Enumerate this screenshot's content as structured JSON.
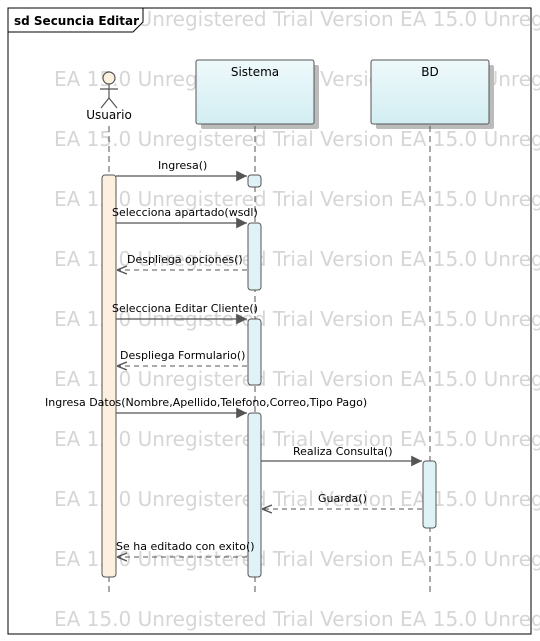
{
  "frame": {
    "title": "sd Secuncia Editar"
  },
  "watermark": "EA 15.0 Unregistered Trial Version EA 15.0 Unregistered Trial Version",
  "lifelines": {
    "actor": "Usuario",
    "sistema": "Sistema",
    "bd": "BD"
  },
  "messages": [
    {
      "label": "Ingresa()",
      "type": "sync"
    },
    {
      "label": "Selecciona apartado(wsdl)",
      "type": "sync"
    },
    {
      "label": "Despliega opciones()",
      "type": "return"
    },
    {
      "label": "Selecciona Editar Cliente()",
      "type": "sync"
    },
    {
      "label": "Despliega Formulario()",
      "type": "return"
    },
    {
      "label": "Ingresa Datos(Nombre,Apellido,Telefono,Correo,Tipo Pago)",
      "type": "sync"
    },
    {
      "label": "Realiza Consulta()",
      "type": "sync"
    },
    {
      "label": "Guarda()",
      "type": "return"
    },
    {
      "label": "Se ha editado con exito()",
      "type": "return"
    }
  ],
  "colors": {
    "lifeline_fill": "#dff3f6",
    "actor_activation": "#fdf0df",
    "line": "#555555",
    "watermark": "#d6d6d6"
  }
}
